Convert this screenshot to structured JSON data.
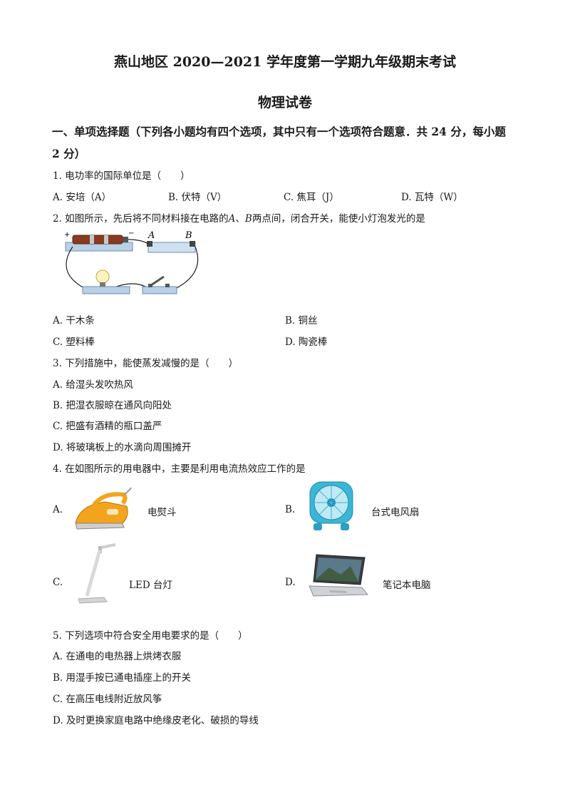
{
  "header": {
    "title": "燕山地区 2020—2021 学年度第一学期九年级期末考试",
    "subtitle": "物理试卷"
  },
  "section1": {
    "line1": "一、单项选择题（下列各小题均有四个选项，其中只有一个选项符合题意．共 24 分，每小题",
    "line2": "2 分）"
  },
  "q1": {
    "stem": "1. 电功率的国际单位是（　　）",
    "options": [
      "A.  安培（A）",
      "B.  伏特（V）",
      "C.  焦耳（J）",
      "D.  瓦特（W）"
    ]
  },
  "q2": {
    "stem_pre": "2. 如图所示，先后将不同材料接在电路的",
    "point_a": "A",
    "sep": "、",
    "point_b": "B",
    "stem_post": "两点间，闭合开关，能使小灯泡发光的是",
    "figure": {
      "plus": "+",
      "minus": "−",
      "label_a": "A",
      "label_b": "B"
    },
    "options": [
      "A.  干木条",
      "B.  铜丝",
      "C.  塑料棒",
      "D.  陶瓷棒"
    ]
  },
  "q3": {
    "stem": "3. 下列措施中，能使蒸发减慢的是（　　）",
    "options": [
      "A.  给湿头发吹热风",
      "B.  把湿衣服晾在通风向阳处",
      "C.  把盛有酒精的瓶口盖严",
      "D.  将玻璃板上的水滴向周围摊开"
    ]
  },
  "q4": {
    "stem": "4. 在如图所示的用电器中，主要是利用电流热效应工作的是",
    "options": [
      {
        "letter": "A.",
        "label": "电熨斗",
        "icon": "electric-iron-icon"
      },
      {
        "letter": "B.",
        "label": "台式电风扇",
        "icon": "desk-fan-icon"
      },
      {
        "letter": "C.",
        "label": "LED 台灯",
        "icon": "led-desk-lamp-icon"
      },
      {
        "letter": "D.",
        "label": "笔记本电脑",
        "icon": "laptop-icon"
      }
    ]
  },
  "q5": {
    "stem": "5. 下列选项中符合安全用电要求的是（　　）",
    "options": [
      "A.  在通电的电热器上烘烤衣服",
      "B.  用湿手按已通电插座上的开关",
      "C.  在高压电线附近放风筝",
      "D.  及时更换家庭电路中绝缘皮老化、破损的导线"
    ]
  },
  "colors": {
    "text": "#1a1a1a",
    "fan": "#38b7d8",
    "iron": "#f0a020",
    "board": "#9fbcd8"
  }
}
